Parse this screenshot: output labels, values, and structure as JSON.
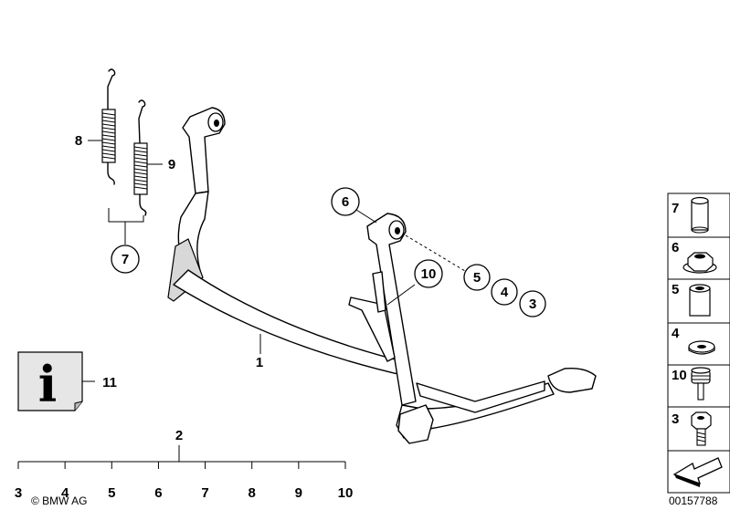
{
  "diagram": {
    "callouts": {
      "c1": "1",
      "c2": "2",
      "c6": "6",
      "c7": "7",
      "c8": "8",
      "c9": "9",
      "c10": "10",
      "c5": "5",
      "c4": "4",
      "c3": "3",
      "c11": "11"
    },
    "info_icon_glyph": "i",
    "scale": [
      "3",
      "4",
      "5",
      "6",
      "7",
      "8",
      "9",
      "10"
    ],
    "copyright": "© BMW AG",
    "image_number": "00157788"
  },
  "legend": {
    "items": [
      {
        "number": "7",
        "icon": "sleeve-icon"
      },
      {
        "number": "6",
        "icon": "hex-nut-icon"
      },
      {
        "number": "5",
        "icon": "bushing-icon"
      },
      {
        "number": "4",
        "icon": "washer-icon"
      },
      {
        "number": "10",
        "icon": "rubber-buffer-icon"
      },
      {
        "number": "3",
        "icon": "hex-bolt-icon"
      }
    ]
  }
}
